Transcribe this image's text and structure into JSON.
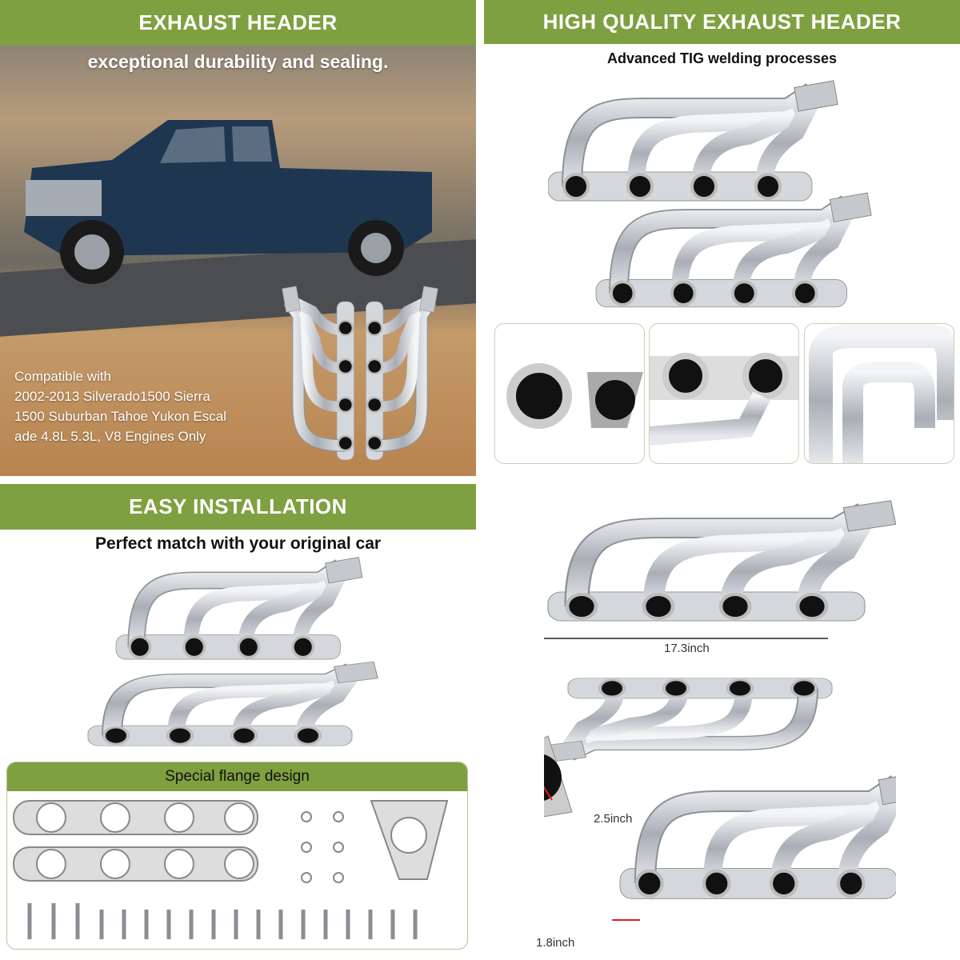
{
  "panels": {
    "top_left": {
      "title": "EXHAUST HEADER",
      "subtitle": "exceptional durability and sealing.",
      "compat_lines": [
        "Compatible with",
        "2002-2013 Silverado1500 Sierra",
        "1500 Suburban Tahoe Yukon Escal",
        "ade 4.8L 5.3L, V8 Engines Only"
      ]
    },
    "top_right": {
      "title": "HIGH QUALITY EXHAUST HEADER",
      "subtitle": "Advanced TIG welding processes"
    },
    "bottom_left": {
      "title": "EASY INSTALLATION",
      "subtitle": "Perfect match with your original car",
      "kit_title": "Special flange design"
    },
    "bottom_right": {
      "dims": {
        "length": "17.3inch",
        "outlet": "2.5inch",
        "port": "1.8inch"
      }
    }
  },
  "colors": {
    "accent": "#7fa040",
    "steel": "#c8ccd2"
  }
}
